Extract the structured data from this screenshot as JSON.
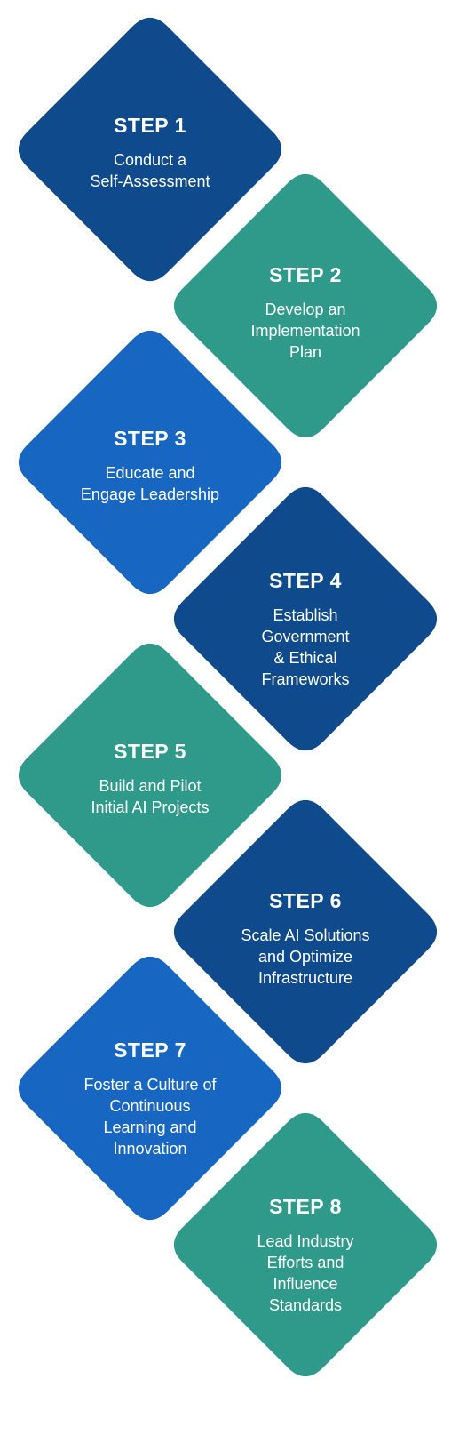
{
  "colors": {
    "navy": "#0f4a8c",
    "teal": "#2f9a89",
    "blue": "#1766c2",
    "gap": "#ffffff"
  },
  "steps": [
    {
      "title": "STEP 1",
      "lines": [
        "Conduct a",
        "Self-Assessment"
      ],
      "color": "navy"
    },
    {
      "title": "STEP 2",
      "lines": [
        "Develop an",
        "Implementation",
        "Plan"
      ],
      "color": "teal"
    },
    {
      "title": "STEP 3",
      "lines": [
        "Educate and",
        "Engage Leadership"
      ],
      "color": "blue"
    },
    {
      "title": "STEP 4",
      "lines": [
        "Establish",
        "Government",
        "& Ethical",
        "Frameworks"
      ],
      "color": "navy"
    },
    {
      "title": "STEP 5",
      "lines": [
        "Build and Pilot",
        "Initial AI Projects"
      ],
      "color": "teal"
    },
    {
      "title": "STEP 6",
      "lines": [
        "Scale AI Solutions",
        "and Optimize",
        "Infrastructure"
      ],
      "color": "navy"
    },
    {
      "title": "STEP 7",
      "lines": [
        "Foster a Culture of",
        "Continuous",
        "Learning and",
        "Innovation"
      ],
      "color": "blue"
    },
    {
      "title": "STEP 8",
      "lines": [
        "Lead Industry",
        "Efforts and",
        "Influence",
        "Standards"
      ],
      "color": "teal"
    }
  ]
}
